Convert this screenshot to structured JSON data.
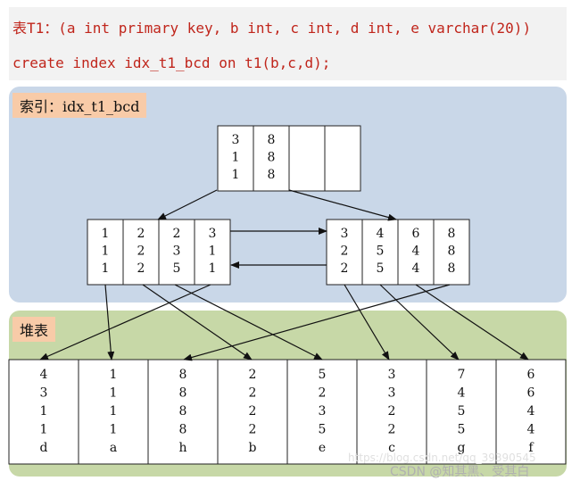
{
  "code": {
    "line1": "表T1：(a int primary key, b int, c int, d int, e varchar(20))",
    "line2": "create index idx_t1_bcd on t1(b,c,d);"
  },
  "index_label": "索引：idx_t1_bcd",
  "heap_label": "堆表",
  "root_node": [
    [
      "3",
      "1",
      "1"
    ],
    [
      "8",
      "8",
      "8"
    ],
    [],
    []
  ],
  "left_leaf": [
    [
      "1",
      "1",
      "1"
    ],
    [
      "2",
      "2",
      "2"
    ],
    [
      "2",
      "3",
      "5"
    ],
    [
      "3",
      "1",
      "1"
    ]
  ],
  "right_leaf": [
    [
      "3",
      "2",
      "2"
    ],
    [
      "4",
      "5",
      "5"
    ],
    [
      "6",
      "4",
      "4"
    ],
    [
      "8",
      "8",
      "8"
    ]
  ],
  "heap_rows": [
    [
      "4",
      "3",
      "1",
      "1",
      "d"
    ],
    [
      "1",
      "1",
      "1",
      "1",
      "a"
    ],
    [
      "8",
      "8",
      "8",
      "8",
      "h"
    ],
    [
      "2",
      "2",
      "2",
      "2",
      "b"
    ],
    [
      "5",
      "2",
      "3",
      "5",
      "e"
    ],
    [
      "3",
      "3",
      "2",
      "2",
      "c"
    ],
    [
      "7",
      "4",
      "5",
      "5",
      "g"
    ],
    [
      "6",
      "6",
      "4",
      "4",
      "f"
    ]
  ],
  "watermark": {
    "url": "https://blog.csdn.net/qq_39390545",
    "credit": "CSDN @知其黑、受其白"
  },
  "colors": {
    "index_panel": "#c9d7e8",
    "heap_panel": "#c7d8a7",
    "tag": "#f8cba8",
    "code_text": "#c0251b"
  }
}
